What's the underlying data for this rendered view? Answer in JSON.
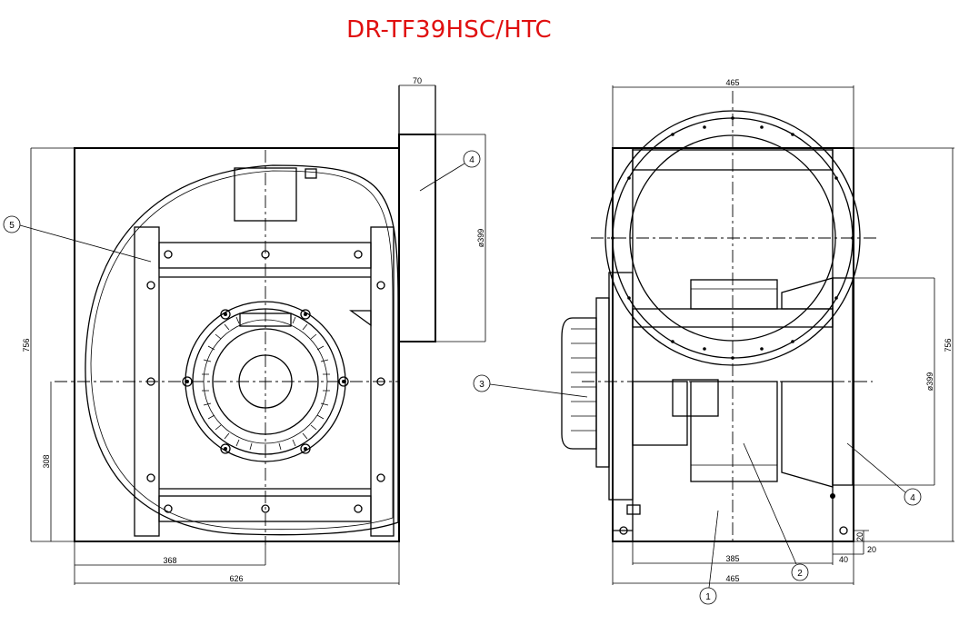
{
  "title": "DR-TF39HSC/HTC",
  "front_view": {
    "dims": {
      "flange_width": "70",
      "height": "756",
      "diameter": "ø399",
      "axis_height": "308",
      "axis_offset": "368",
      "width": "626"
    },
    "callouts": {
      "c4": "4",
      "c5": "5"
    }
  },
  "side_view": {
    "dims": {
      "top_width": "465",
      "height": "756",
      "diameter": "ø399",
      "foot_inner": "385",
      "bottom_width": "465",
      "foot_h": "20",
      "foot_w": "20",
      "foot_x": "40"
    },
    "callouts": {
      "c1": "1",
      "c2": "2",
      "c3": "3",
      "c4": "4"
    }
  }
}
